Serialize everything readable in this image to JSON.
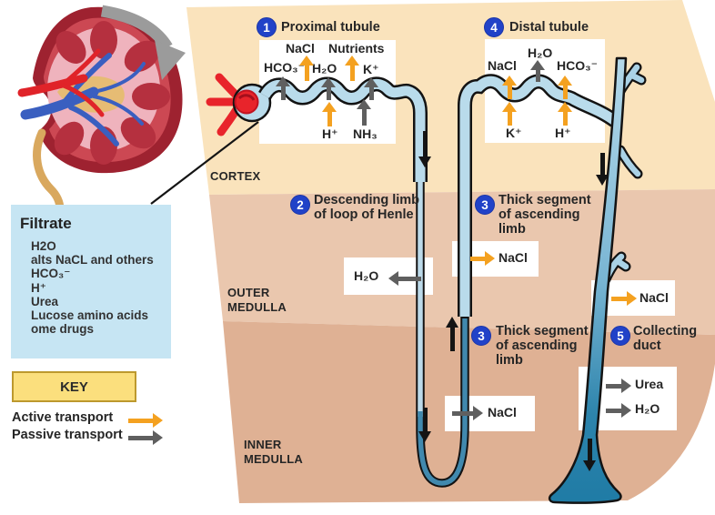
{
  "palette": {
    "cortex": "#fae3bc",
    "outer_medulla": "#eac7ae",
    "inner_medulla": "#dfb194",
    "tubule_fill": "#b9dbeb",
    "loop_fill": "#4189ae",
    "collecting_duct_deep": "#1f7ba5",
    "active_transport": "#f4a120",
    "passive_transport": "#5f5f5f",
    "flow_arrow": "#141414",
    "number_badge": "#2142c8",
    "filtrate_panel": "#c6e5f3",
    "key_fill": "#fbdf7d",
    "key_border": "#bd992e",
    "glomerulus_red": "#e8242b"
  },
  "regions": {
    "cortex": "CORTEX",
    "outer_medulla": [
      "OUTER",
      "MEDULLA"
    ],
    "inner_medulla": [
      "INNER",
      "MEDULLA"
    ]
  },
  "callouts": {
    "proximal": {
      "num": "1",
      "lines": [
        "Proximal tubule"
      ]
    },
    "descending": {
      "num": "2",
      "lines": [
        "Descending limb",
        "of loop of Henle"
      ]
    },
    "thick_outer": {
      "num": "3",
      "lines": [
        "Thick segment",
        "of ascending",
        "limb"
      ]
    },
    "thick_inner": {
      "num": "3",
      "lines": [
        "Thick segment",
        "of ascending",
        "limb"
      ]
    },
    "distal": {
      "num": "4",
      "lines": [
        "Distal tubule"
      ]
    },
    "collecting": {
      "num": "5",
      "lines": [
        "Collecting",
        "duct"
      ]
    }
  },
  "proximal_box": {
    "top_row": [
      {
        "label": "NaCl",
        "transport": "active"
      },
      {
        "label": "Nutrients",
        "transport": "active"
      }
    ],
    "out_row": [
      {
        "label": "HCO₃⁻",
        "transport": "passive"
      },
      {
        "label": "H₂O",
        "transport": "passive"
      },
      {
        "label": "K⁺",
        "transport": "passive"
      }
    ],
    "in_row": [
      {
        "label": "H⁺",
        "transport": "active"
      },
      {
        "label": "NH₃",
        "transport": "passive"
      }
    ]
  },
  "distal_box": {
    "top_row": [
      {
        "label": "H₂O",
        "transport": "passive"
      }
    ],
    "out_row": [
      {
        "label": "NaCl",
        "transport": "active"
      },
      {
        "label": "HCO₃⁻",
        "transport": "active"
      }
    ],
    "in_row": [
      {
        "label": "K⁺",
        "transport": "active"
      },
      {
        "label": "H⁺",
        "transport": "active"
      }
    ]
  },
  "side_boxes": {
    "descending_h2o": {
      "label": "H₂O",
      "transport": "passive",
      "direction": "left"
    },
    "ascending_nacl_outer": {
      "label": "NaCl",
      "transport": "active",
      "direction": "right"
    },
    "duct_nacl_outer": {
      "label": "NaCl",
      "transport": "active",
      "direction": "right"
    },
    "ascending_nacl_inner": {
      "label": "NaCl",
      "transport": "passive",
      "direction": "right"
    },
    "duct_urea_inner": {
      "label": "Urea",
      "transport": "passive",
      "direction": "right"
    },
    "duct_h2o_inner": {
      "label": "H₂O",
      "transport": "passive",
      "direction": "right"
    }
  },
  "filtrate": {
    "title": "Filtrate",
    "items": [
      "H2O",
      "alts NaCL and others",
      "HCO₃⁻",
      "H⁺",
      "Urea",
      "Lucose amino acids",
      "ome drugs"
    ]
  },
  "key": {
    "title": "KEY",
    "entries": [
      {
        "label": "Active transport",
        "transport": "active"
      },
      {
        "label": "Passive transport",
        "transport": "passive"
      }
    ]
  }
}
